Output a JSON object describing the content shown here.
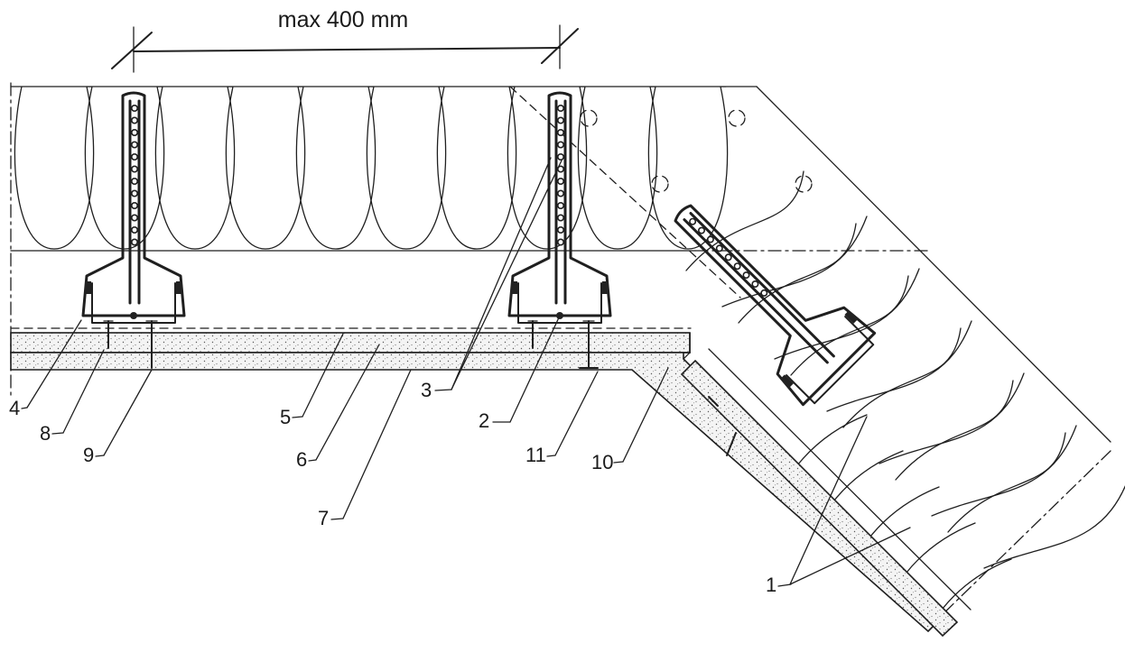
{
  "dimension": {
    "label": "max 400 mm"
  },
  "callouts": [
    {
      "id": "c1",
      "label": "1"
    },
    {
      "id": "c2",
      "label": "2"
    },
    {
      "id": "c3",
      "label": "3"
    },
    {
      "id": "c4",
      "label": "4"
    },
    {
      "id": "c5",
      "label": "5"
    },
    {
      "id": "c6",
      "label": "6"
    },
    {
      "id": "c7",
      "label": "7"
    },
    {
      "id": "c8",
      "label": "8"
    },
    {
      "id": "c9",
      "label": "9"
    },
    {
      "id": "c10",
      "label": "10"
    },
    {
      "id": "c11",
      "label": "11"
    }
  ]
}
